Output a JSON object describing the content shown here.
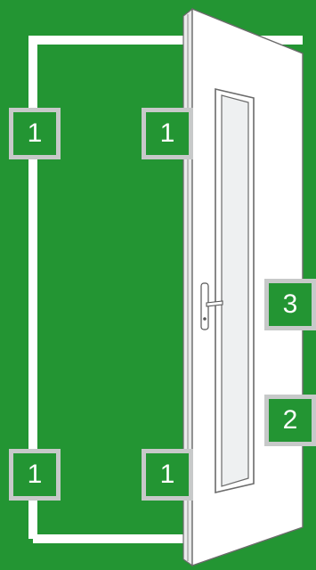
{
  "colors": {
    "background": "#239533",
    "frame": "#ffffff",
    "door": "#ffffff",
    "door_edge": "#6b6b6b",
    "glass": "#eef0f1",
    "badge_border": "#c7c9c9",
    "badge_text": "#ffffff"
  },
  "icons": {
    "door": "open-door",
    "handle": "door-handle"
  },
  "badges": {
    "hinge_left_top": "1",
    "hinge_right_top": "1",
    "hinge_left_bottom": "1",
    "hinge_right_bottom": "1",
    "lock_side": "3",
    "lower_side": "2"
  }
}
